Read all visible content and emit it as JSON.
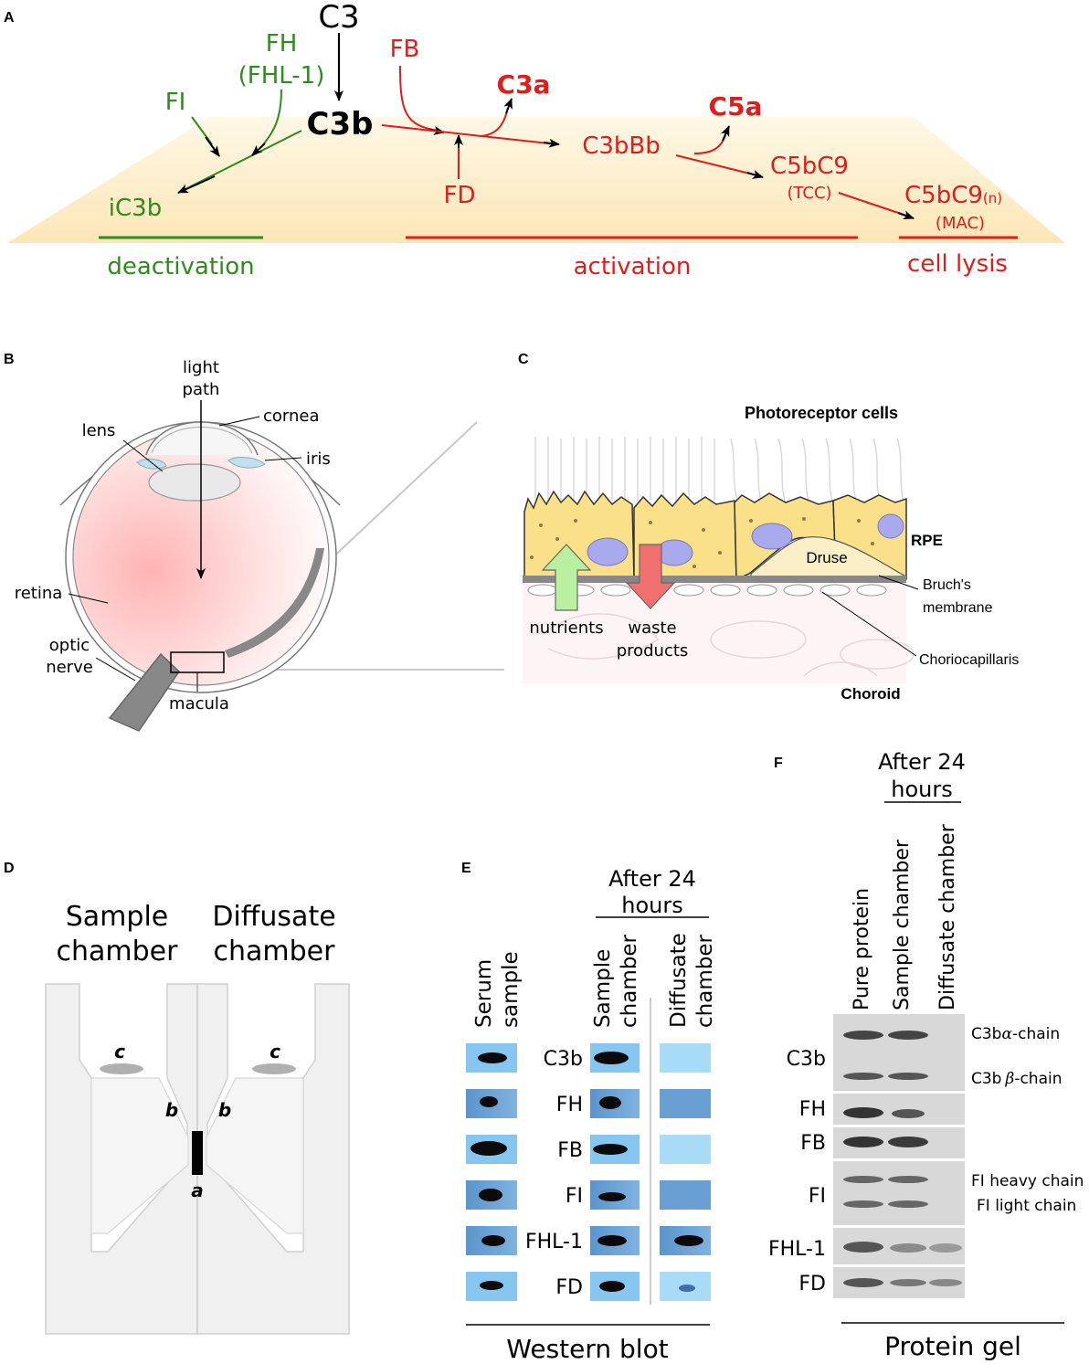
{
  "panels": {
    "A": {
      "letter": "A",
      "c3": "C3",
      "fh": "FH",
      "fhl1": "(FHL-1)",
      "fi": "FI",
      "c3b": "C3b",
      "ic3b": "iC3b",
      "fb": "FB",
      "fd": "FD",
      "c3a": "C3a",
      "c3bbb": "C3bBb",
      "c5a": "C5a",
      "c5bc9": "C5bC9",
      "tcc": "(TCC)",
      "c5bc9n": "C5bC9",
      "n_sub": "(n)",
      "mac": "(MAC)",
      "deactivation": "deactivation",
      "activation": "activation",
      "cell_lysis": "cell lysis"
    },
    "B": {
      "letter": "B",
      "light1": "light",
      "light2": "path",
      "cornea": "cornea",
      "lens": "lens",
      "iris": "iris",
      "retina": "retina",
      "optic1": "optic",
      "optic2": "nerve",
      "macula": "macula"
    },
    "C": {
      "letter": "C",
      "photoreceptor": "Photoreceptor cells",
      "rpe": "RPE",
      "druse": "Druse",
      "bruch1": "Bruch's",
      "bruch2": "membrane",
      "nutrients": "nutrients",
      "waste1": "waste",
      "waste2": "products",
      "choriocap": "Choriocapillaris",
      "choroid": "Choroid"
    },
    "D": {
      "letter": "D",
      "sample1": "Sample",
      "sample2": "chamber",
      "diff1": "Diffusate",
      "diff2": "chamber",
      "a": "a",
      "b": "b",
      "c": "c"
    },
    "E": {
      "letter": "E",
      "after1": "After 24",
      "after2": "hours",
      "col_serum1": "Serum",
      "col_serum2": "sample",
      "col_sample1": "Sample",
      "col_sample2": "chamber",
      "col_diff1": "Diffusate",
      "col_diff2": "chamber",
      "rows": [
        "C3b",
        "FH",
        "FB",
        "FI",
        "FHL-1",
        "FD"
      ],
      "footer": "Western blot"
    },
    "F": {
      "letter": "F",
      "after1": "After 24",
      "after2": "hours",
      "col_pure": "Pure protein",
      "col_sample": "Sample chamber",
      "col_diff": "Diffusate chamber",
      "rows": [
        "C3b",
        "FH",
        "FB",
        "FI",
        "FHL-1",
        "FD"
      ],
      "c3b_alpha_pre": "C3b",
      "c3b_alpha_sym": "α",
      "c3b_alpha_post": "-chain",
      "c3b_beta_pre": "C3b",
      "c3b_beta_sym": "β",
      "c3b_beta_post": "-chain",
      "fi_heavy": "FI heavy chain",
      "fi_light": "FI light chain",
      "footer": "Protein gel"
    }
  }
}
